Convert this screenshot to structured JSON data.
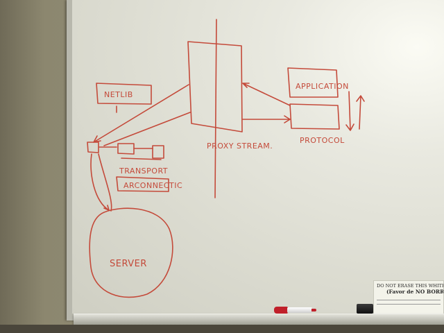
{
  "colors": {
    "ink": "#c44a3a",
    "board": "#e4e4db",
    "wall": "#8c876f",
    "marker_cap": "#c0202a"
  },
  "whiteboard": {
    "labels": {
      "netlib": "NETLIB",
      "proxy_stream": "PROXY STREAM.",
      "application": "APPLICATION",
      "protocol": "PROTOCOL",
      "transport": "TRANSPORT",
      "arconnector": "ARCONNECTIC",
      "server": "SERVER"
    },
    "notice": {
      "line1": "DO NOT ERASE THIS WHITEBOA",
      "line2": "(Favor de NO BORRA"
    }
  }
}
